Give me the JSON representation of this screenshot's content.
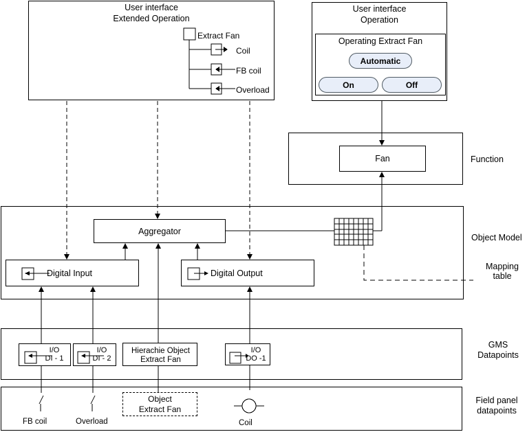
{
  "colors": {
    "button_fill": "#e8eef9",
    "button_border": "#4f5a63",
    "line": "#000000"
  },
  "extended_ui": {
    "title_line1": "User interface",
    "title_line2": "Extended Operation",
    "root_label": "Extract Fan",
    "children": [
      {
        "label": "Coil",
        "icon": "arrow-out-icon"
      },
      {
        "label": "FB coil",
        "icon": "arrow-in-icon"
      },
      {
        "label": "Overload",
        "icon": "arrow-in-icon"
      }
    ]
  },
  "operation_ui": {
    "title_line1": "User interface",
    "title_line2": "Operation",
    "panel_title": "Operating Extract Fan",
    "buttons": [
      {
        "label": "Automatic"
      },
      {
        "label": "On"
      },
      {
        "label": "Off"
      }
    ]
  },
  "function_section": {
    "label": "Function",
    "fan_label": "Fan"
  },
  "object_model": {
    "label": "Object Model",
    "aggregator_label": "Aggregator",
    "digital_input_label": "Digital Input",
    "digital_output_label": "Digital Output",
    "mapping_label_line1": "Mapping",
    "mapping_label_line2": "table"
  },
  "gms": {
    "label_line1": "GMS",
    "label_line2": "Datapoints",
    "datapoints": [
      {
        "line1": "I/O",
        "line2": "DI - 1",
        "icon": "arrow-in-icon"
      },
      {
        "line1": "I/O",
        "line2": "DI - 2",
        "icon": "arrow-in-icon"
      },
      {
        "line1": "Hierachie Object",
        "line2": "Extract Fan",
        "icon": "none"
      },
      {
        "line1": "I/O",
        "line2": "DO -1",
        "icon": "arrow-out-icon"
      }
    ]
  },
  "field_panel": {
    "label_line1": "Field panel",
    "label_line2": "datapoints",
    "fb_coil_label": "FB coil",
    "overload_label": "Overload",
    "object_line1": "Object",
    "object_line2": "Extract Fan",
    "coil_label": "Coil"
  }
}
